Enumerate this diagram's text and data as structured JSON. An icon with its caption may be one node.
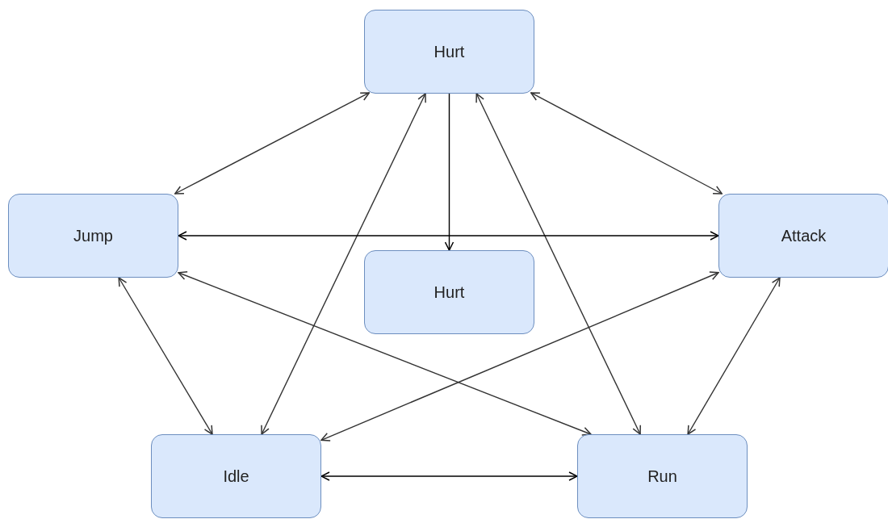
{
  "diagram": {
    "nodes": [
      {
        "text": [
          "Hurt"
        ]
      },
      {
        "text": [
          "Jump"
        ]
      },
      {
        "text": [
          "Attack"
        ]
      },
      {
        "text": [
          "Hurt"
        ]
      },
      {
        "text": [
          "Idle"
        ]
      },
      {
        "text": [
          "Run"
        ]
      }
    ],
    "edges": [
      {
        "from": 0,
        "to": 1,
        "arrow": "both"
      },
      {
        "from": 0,
        "to": 3,
        "arrow": "to",
        "color": "#000000"
      },
      {
        "from": 0,
        "to": 2,
        "arrow": "both"
      },
      {
        "from": 0,
        "to": 4,
        "arrow": "both"
      },
      {
        "from": 0,
        "to": 5,
        "arrow": "both"
      },
      {
        "from": 1,
        "to": 2,
        "arrow": "both",
        "color": "#000000"
      },
      {
        "from": 1,
        "to": 4,
        "arrow": "both"
      },
      {
        "from": 1,
        "to": 5,
        "arrow": "both"
      },
      {
        "from": 2,
        "to": 4,
        "arrow": "both"
      },
      {
        "from": 2,
        "to": 5,
        "arrow": "both"
      },
      {
        "from": 4,
        "to": 5,
        "arrow": "both",
        "color": "#000000"
      }
    ]
  }
}
